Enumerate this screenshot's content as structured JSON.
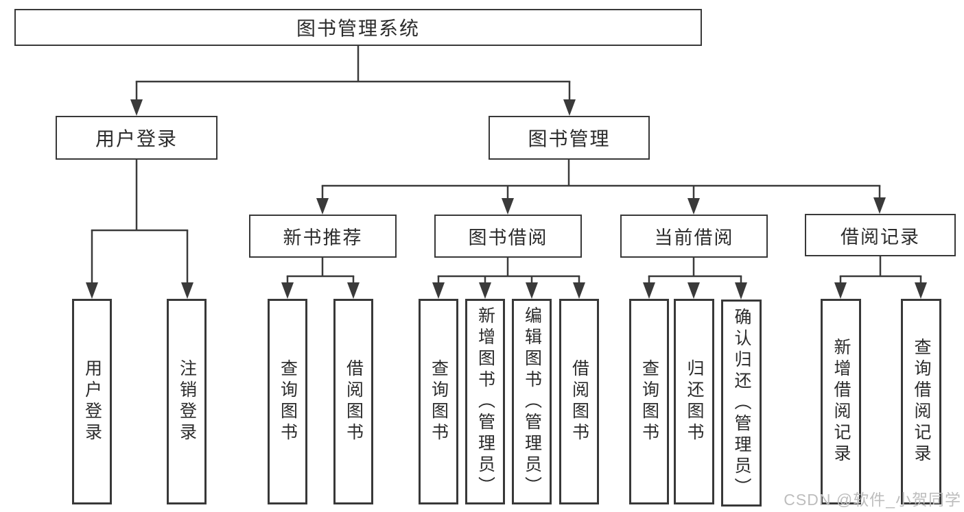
{
  "diagram_title": "图书管理系统",
  "nodes": {
    "root": "图书管理系统",
    "user_login": "用户登录",
    "book_management": "图书管理",
    "new_book_recommend": "新书推荐",
    "book_borrow": "图书借阅",
    "current_borrow": "当前借阅",
    "borrow_records": "借阅记录",
    "leaf_user_login": "用户登录",
    "leaf_logout": "注销登录",
    "leaf_query_books_1": "查询图书",
    "leaf_borrow_books_1": "借阅图书",
    "leaf_query_books_2": "查询图书",
    "leaf_add_book_admin": "新增图书（管理员）",
    "leaf_edit_book_admin": "编辑图书（管理员）",
    "leaf_borrow_books_2": "借阅图书",
    "leaf_query_books_3": "查询图书",
    "leaf_return_books": "归还图书",
    "leaf_confirm_return_admin": "确认归还（管理员）",
    "leaf_add_borrow_record": "新增借阅记录",
    "leaf_query_borrow_record": "查询借阅记录"
  },
  "watermark": "CSDN @软件_小贺同学",
  "colors": {
    "line": "#3a3a3a",
    "box_border": "#383838",
    "text": "#2b2b2b",
    "watermark": "#bdbdbd",
    "background": "#ffffff"
  }
}
